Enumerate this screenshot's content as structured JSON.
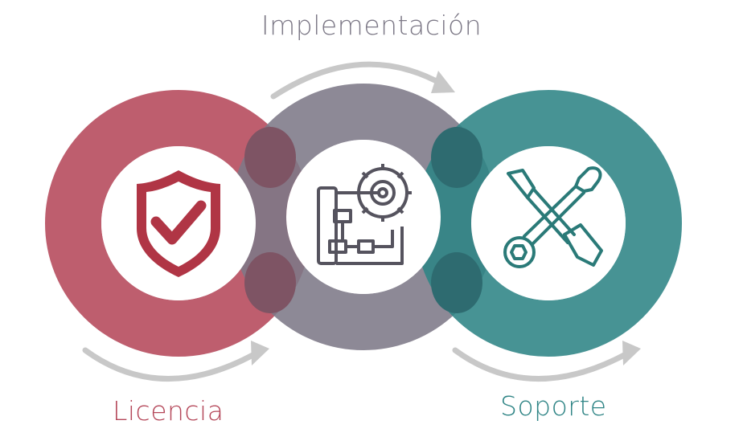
{
  "stages": [
    {
      "label": "Licencia",
      "color": "#B5485A",
      "icon": "shield-check-icon"
    },
    {
      "label": "Implementación",
      "color": "#7D7987",
      "icon": "blueprint-gear-icon"
    },
    {
      "label": "Soporte",
      "color": "#2E8485",
      "icon": "wrench-screwdriver-icon"
    }
  ],
  "colors": {
    "arrow": "#C8C8C8",
    "overlap_left": "#7E5464",
    "overlap_right": "#2E6B70",
    "shield": "#B03545",
    "icon_gray": "#55535E",
    "icon_teal": "#2A7A78"
  }
}
